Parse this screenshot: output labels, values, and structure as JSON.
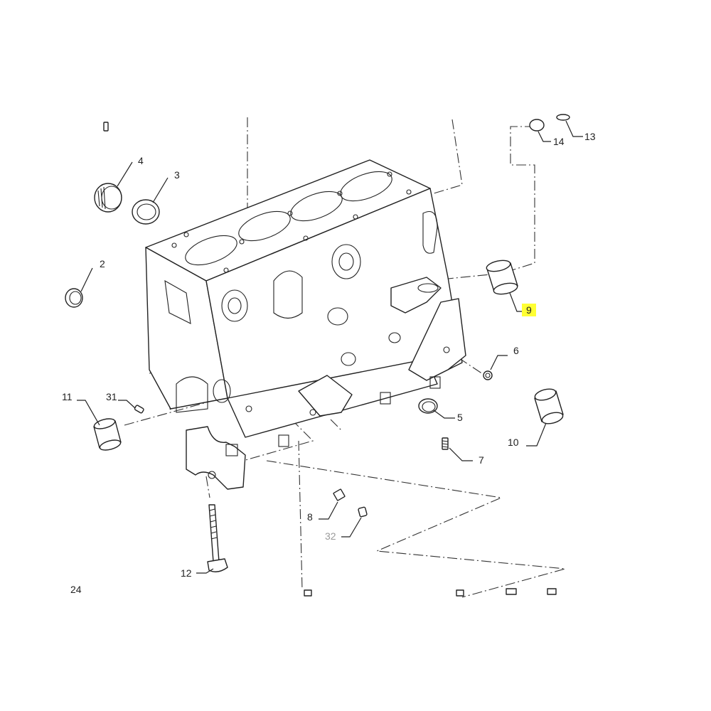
{
  "diagram": {
    "callouts": [
      {
        "id": "c2",
        "label": "2"
      },
      {
        "id": "c3",
        "label": "3"
      },
      {
        "id": "c4",
        "label": "4"
      },
      {
        "id": "c5",
        "label": "5"
      },
      {
        "id": "c6",
        "label": "6"
      },
      {
        "id": "c7",
        "label": "7"
      },
      {
        "id": "c8",
        "label": "8"
      },
      {
        "id": "c9",
        "label": "9",
        "highlighted": true
      },
      {
        "id": "c10",
        "label": "10"
      },
      {
        "id": "c11",
        "label": "11"
      },
      {
        "id": "c12",
        "label": "12"
      },
      {
        "id": "c13",
        "label": "13"
      },
      {
        "id": "c14",
        "label": "14"
      },
      {
        "id": "c24",
        "label": "24"
      },
      {
        "id": "c31",
        "label": "31"
      },
      {
        "id": "c32",
        "label": "32",
        "muted": true
      }
    ],
    "colors": {
      "line": "#222222",
      "highlight": "#ffff33",
      "muted_label": "#9a9a9a"
    }
  }
}
